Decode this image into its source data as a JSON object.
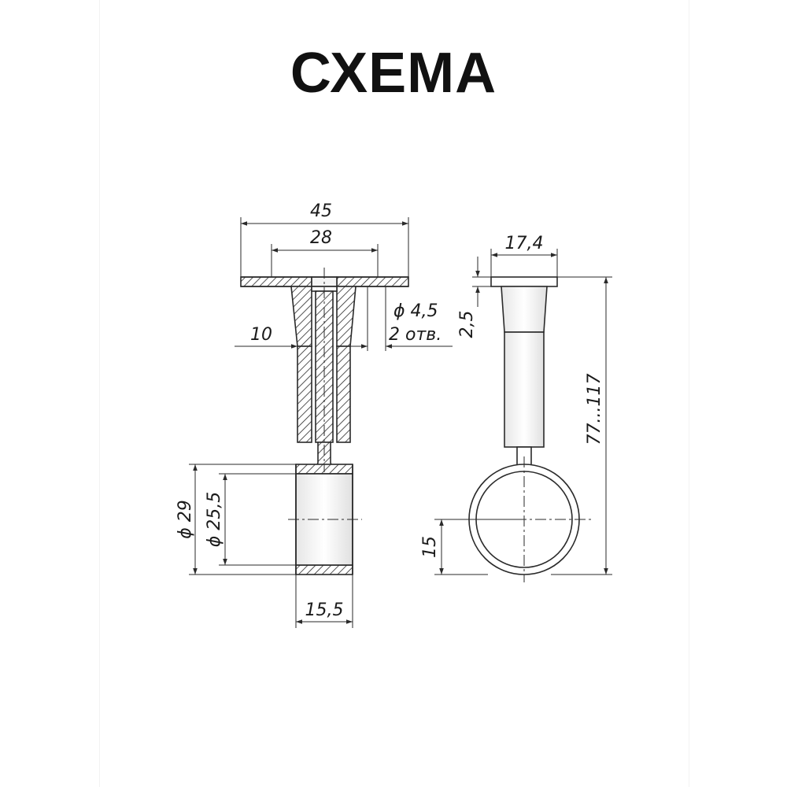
{
  "title": "СХЕМА",
  "colors": {
    "line": "#2a2a2a",
    "text": "#111111",
    "tube_shade": "#eeeeee"
  },
  "front_view": {
    "dim_overall_width": "45",
    "dim_flange_holes": "28",
    "dim_hole_diameter": "ϕ 4,5",
    "dim_hole_count": "2 отв.",
    "dim_offset": "10",
    "dim_outer_diameter": "ϕ 29",
    "dim_inner_diameter": "ϕ 25,5",
    "dim_ring_width": "15,5"
  },
  "side_view": {
    "dim_cap_width": "17,4",
    "dim_cap_height": "2,5",
    "dim_total_height": "77...117",
    "dim_ring_center": "15"
  }
}
